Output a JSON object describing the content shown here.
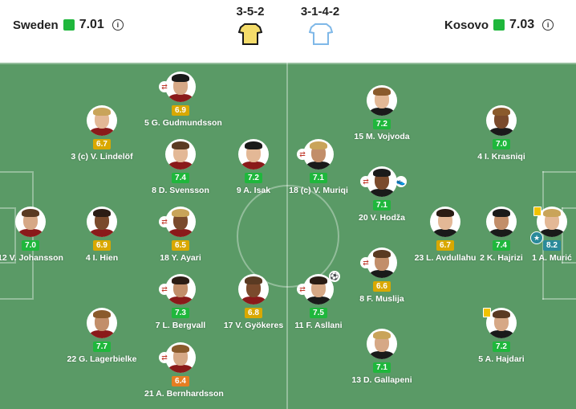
{
  "header": {
    "home": {
      "name": "Sweden",
      "rating": "7.01"
    },
    "away": {
      "name": "Kosovo",
      "rating": "7.03"
    },
    "home_formation": "3-5-2",
    "away_formation": "3-1-4-2",
    "info_glyph": "i"
  },
  "colors": {
    "pitch": "#5a9a66",
    "rating_green": "#1fb73c",
    "rating_yellow": "#d9a800",
    "rating_orange": "#e67e22",
    "rating_teal": "#2a8a9a"
  },
  "players": [
    {
      "id": "p1",
      "name": "12 V. Johansson",
      "rating": "7.0",
      "color": "green"
    },
    {
      "id": "p2",
      "name": "3 (c) V. Lindelöf",
      "rating": "6.7",
      "color": "yellow"
    },
    {
      "id": "p3",
      "name": "4 I. Hien",
      "rating": "6.9",
      "color": "yellow"
    },
    {
      "id": "p4",
      "name": "22 G. Lagerbielke",
      "rating": "7.7",
      "color": "green"
    },
    {
      "id": "p5",
      "name": "5 G. Gudmundsson",
      "rating": "6.9",
      "color": "yellow",
      "sub": true
    },
    {
      "id": "p6",
      "name": "8 D. Svensson",
      "rating": "7.4",
      "color": "green"
    },
    {
      "id": "p7",
      "name": "18 Y. Ayari",
      "rating": "6.5",
      "color": "yellow",
      "sub": true
    },
    {
      "id": "p8",
      "name": "7 L. Bergvall",
      "rating": "7.3",
      "color": "green",
      "sub": true
    },
    {
      "id": "p9",
      "name": "21 A. Bernhardsson",
      "rating": "6.4",
      "color": "orange",
      "sub": true
    },
    {
      "id": "p10",
      "name": "9 A. Isak",
      "rating": "7.2",
      "color": "green"
    },
    {
      "id": "p11",
      "name": "17 V. Gyökeres",
      "rating": "6.8",
      "color": "yellow"
    },
    {
      "id": "p12",
      "name": "18 (c) V. Muriqi",
      "rating": "7.1",
      "color": "green",
      "sub": true
    },
    {
      "id": "p13",
      "name": "11 F. Asllani",
      "rating": "7.5",
      "color": "green",
      "sub": true,
      "goal": true
    },
    {
      "id": "p14",
      "name": "15 M. Vojvoda",
      "rating": "7.2",
      "color": "green"
    },
    {
      "id": "p15",
      "name": "20 V. Hodža",
      "rating": "7.1",
      "color": "green",
      "sub": true,
      "boot": true
    },
    {
      "id": "p16",
      "name": "8 F. Muslija",
      "rating": "6.6",
      "color": "yellow",
      "sub": true
    },
    {
      "id": "p17",
      "name": "13 D. Gallapeni",
      "rating": "7.1",
      "color": "green"
    },
    {
      "id": "p18",
      "name": "23 L. Avdullahu",
      "rating": "6.7",
      "color": "yellow"
    },
    {
      "id": "p19",
      "name": "4 I. Krasniqi",
      "rating": "7.0",
      "color": "green"
    },
    {
      "id": "p20",
      "name": "2 K. Hajrizi",
      "rating": "7.4",
      "color": "green"
    },
    {
      "id": "p21",
      "name": "5 A. Hajdari",
      "rating": "7.2",
      "color": "green",
      "card": true
    },
    {
      "id": "p22",
      "name": "1 A. Murić",
      "rating": "8.2",
      "color": "teal",
      "card": true,
      "star": true
    }
  ]
}
